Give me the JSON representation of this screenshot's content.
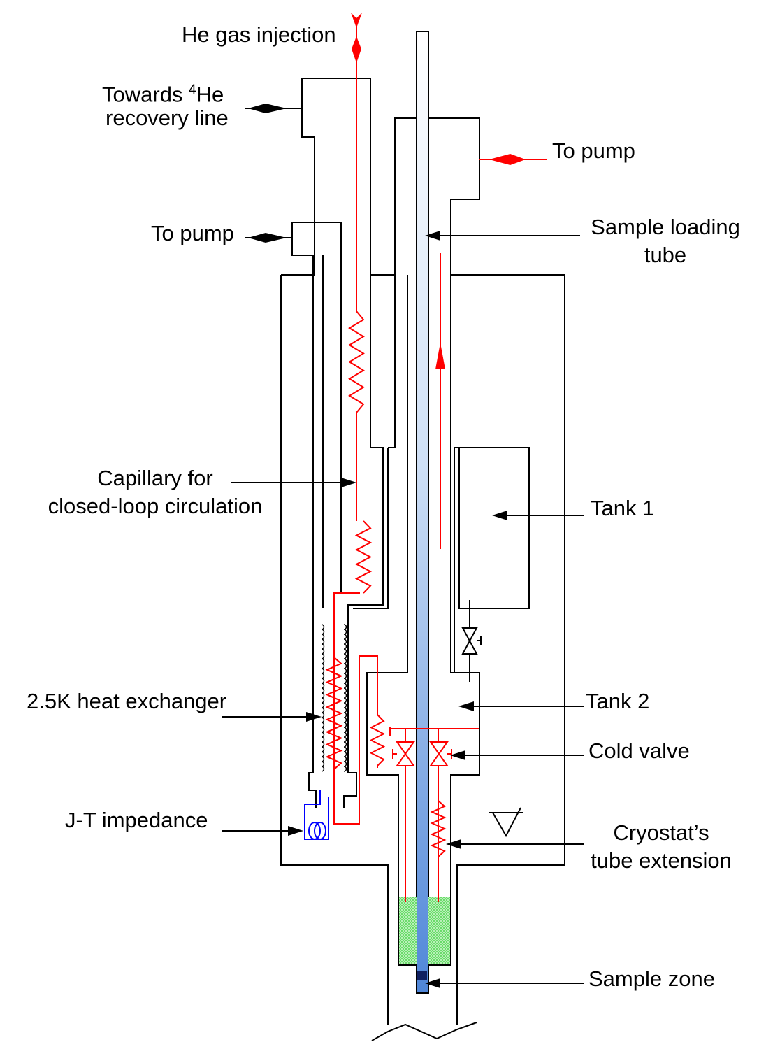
{
  "labels": {
    "he_gas_injection": "He gas injection",
    "towards_prefix": "Towards ",
    "towards_sup": "4",
    "towards_suffix": "He",
    "recovery_line": "recovery line",
    "to_pump_right": "To pump",
    "to_pump_left": "To pump",
    "sample_loading_1": "Sample loading",
    "sample_loading_2": "tube",
    "capillary_1": "Capillary for",
    "capillary_2": "closed-loop circulation",
    "tank1": "Tank 1",
    "heat_exchanger": "2.5K heat exchanger",
    "tank2": "Tank 2",
    "cold_valve": "Cold valve",
    "jt_impedance": "J-T impedance",
    "cryostat_1": "Cryostat’s",
    "cryostat_2": "tube extension",
    "sample_zone": "Sample zone"
  },
  "colors": {
    "outline": "#000000",
    "helium_flow": "#ff0000",
    "jt_impedance": "#0000ff",
    "liquid_helium": "#33cc33",
    "sample_tube": "#4f86d8"
  }
}
